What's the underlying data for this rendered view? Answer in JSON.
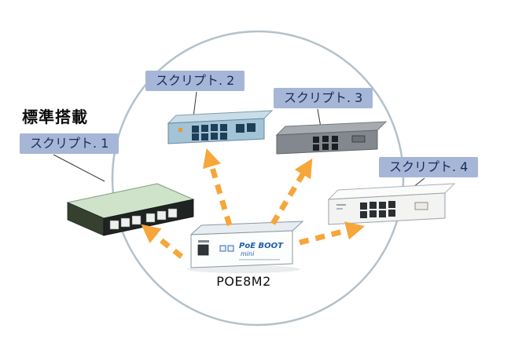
{
  "title_label": "標準搭載",
  "scripts": {
    "s1": "スクリプト. 1",
    "s2": "スクリプト. 2",
    "s3": "スクリプト. 3",
    "s4": "スクリプト. 4"
  },
  "device": {
    "model": "POE8M2",
    "brand_top": "PoE BOOT",
    "brand_bottom": "mini"
  },
  "colors": {
    "label_bg": "#a6b6d7",
    "label_text": "#1b2a5e",
    "arrow": "#f6a63a",
    "circle_stroke": "#b3c1ca"
  }
}
